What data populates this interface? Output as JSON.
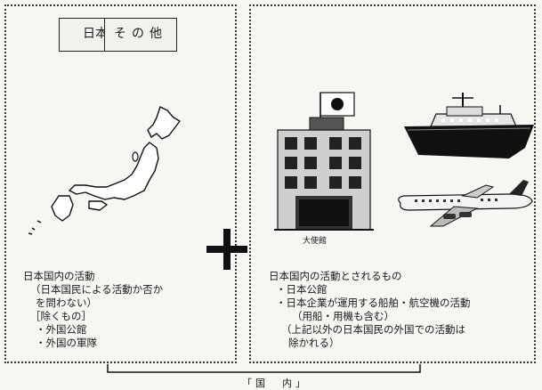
{
  "left_panel": {
    "title": "日本の領土",
    "lines": [
      "日本国内の活動",
      "（日本国民による活動か否か",
      "を問わない）",
      "［除くもの］",
      "・外国公館",
      "・外国の軍隊"
    ]
  },
  "right_panel": {
    "title": "その他",
    "illustration_caption": "大使館",
    "lines": [
      "日本国内の活動とされるもの",
      "・日本公館",
      "・日本企業が運用する船舶・航空機の活動",
      "（用船・用機も含む）",
      "（上記以外の日本国民の外国での活動は",
      "除かれる）"
    ]
  },
  "bottom_label": "「国　内」"
}
